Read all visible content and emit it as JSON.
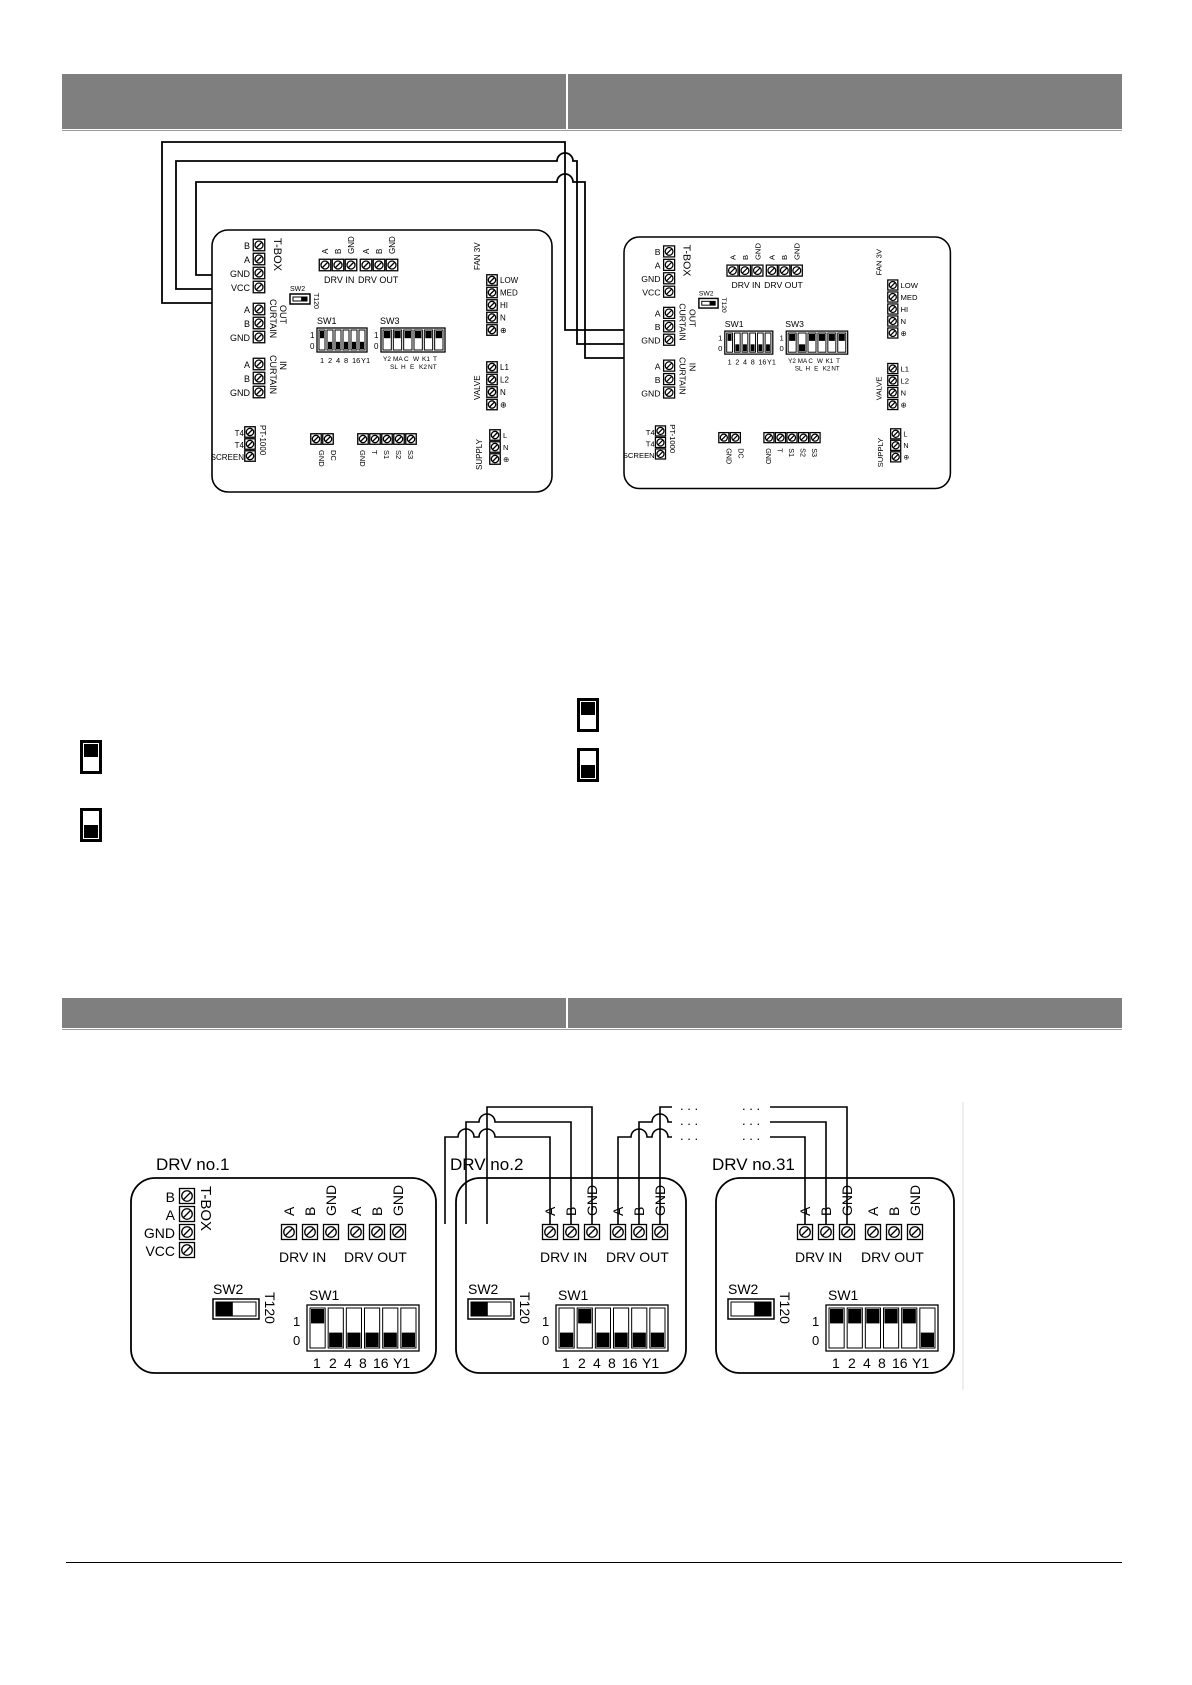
{
  "board": {
    "tbox_labels": [
      "B",
      "A",
      "GND",
      "VCC"
    ],
    "tbox_name": "T-BOX",
    "curtain_out_labels": [
      "A",
      "B",
      "GND"
    ],
    "curtain_out_name": [
      "CURTAIN",
      "OUT"
    ],
    "curtain_in_labels": [
      "A",
      "B",
      "GND"
    ],
    "curtain_in_name": [
      "CURTAIN",
      "IN"
    ],
    "drv_port_labels": [
      "A",
      "B",
      "GND"
    ],
    "drv_in": "DRV IN",
    "drv_out": "DRV OUT",
    "sw2": "SW2",
    "t120": "T120",
    "sw1": "SW1",
    "sw1_numbers": [
      "1",
      "2",
      "4",
      "8",
      "16",
      "Y1"
    ],
    "sw3": "SW3",
    "sw3_top": [
      "Y2",
      "MA",
      "C",
      "W",
      "K1",
      "T"
    ],
    "sw3_bottom": [
      "SL",
      "H",
      "E",
      "K2",
      "NT"
    ],
    "dip_one": "1",
    "dip_zero": "0",
    "fan_name": "FAN 3V",
    "fan_labels": [
      "LOW",
      "MED",
      "HI",
      "N",
      "⊕"
    ],
    "valve_name": "VALVE",
    "valve_labels": [
      "L1",
      "L2",
      "N",
      "⊕"
    ],
    "pt_labels": [
      "T4",
      "T4",
      "SCREEN"
    ],
    "pt_name": "PT-1000",
    "gnd_dc": [
      "GND",
      "DC"
    ],
    "gnd_s": [
      "GND",
      "T",
      "S1",
      "S2",
      "S3"
    ],
    "supply_name": "SUPPLY",
    "supply_labels": [
      "L",
      "N",
      "⊕"
    ]
  },
  "chain": {
    "drv1_title": "DRV no.1",
    "drv2_title": "DRV no.2",
    "drv31_title": "DRV no.31",
    "dots": ". . .",
    "tbox_labels": [
      "B",
      "A",
      "GND",
      "VCC"
    ],
    "tbox_name": "T-BOX",
    "port_labels": [
      "A",
      "B",
      "GND"
    ],
    "drv_in": "DRV IN",
    "drv_out": "DRV OUT",
    "sw2": "SW2",
    "t120": "T120",
    "sw1": "SW1",
    "sw1_numbers": [
      "1",
      "2",
      "4",
      "8",
      "16",
      "Y1"
    ],
    "dip_one": "1",
    "dip_zero": "0"
  }
}
